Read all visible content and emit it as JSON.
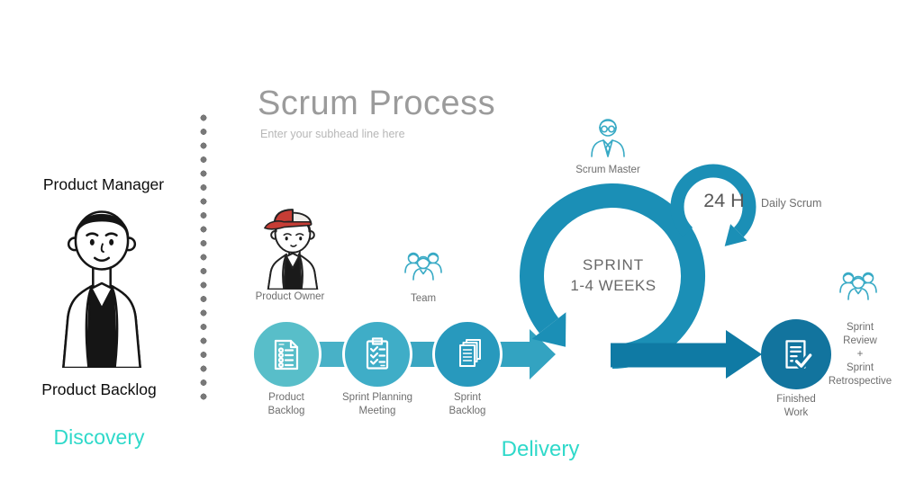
{
  "header": {
    "title": "Scrum Process",
    "subtitle": "Enter your subhead line here"
  },
  "left_panel": {
    "role_label": "Product Manager",
    "artifact_label": "Product Backlog",
    "phase_label": "Discovery"
  },
  "actors": {
    "product_owner": "Product Owner",
    "team": "Team",
    "scrum_master": "Scrum Master"
  },
  "process": {
    "steps": [
      {
        "label": "Product\nBacklog"
      },
      {
        "label": "Sprint Planning\nMeeting"
      },
      {
        "label": "Sprint\nBacklog"
      }
    ],
    "sprint_loop": {
      "line1": "SPRINT",
      "line2": "1-4 WEEKS"
    },
    "daily_loop": {
      "duration": "24 H",
      "label": "Daily Scrum"
    },
    "finished": {
      "label": "Finished\nWork"
    },
    "review": {
      "label": "Sprint\nReview\n+\nSprint\nRetrospective"
    }
  },
  "delivery_label": "Delivery",
  "icons": {
    "step1": "checklist-document-icon",
    "step2": "clipboard-checks-icon",
    "step3": "stacked-papers-icon",
    "finished": "document-checkmark-icon",
    "team": "three-people-icon",
    "scrum_master": "person-with-glasses-icon"
  },
  "colors": {
    "step1_circle": "#58BEC9",
    "step2_circle": "#3FADC7",
    "step3_circle": "#2899BD",
    "loop_teal": "#1B8FB6",
    "arrow_dark_teal": "#0F7AA4",
    "finished_circle": "#12749E",
    "icon_outline_teal": "#38AAC5",
    "phase_turquoise": "#2FD9CA",
    "label_gray": "#6E6E6E",
    "title_gray": "#9B9B9B",
    "cap_red": "#C63D35"
  }
}
